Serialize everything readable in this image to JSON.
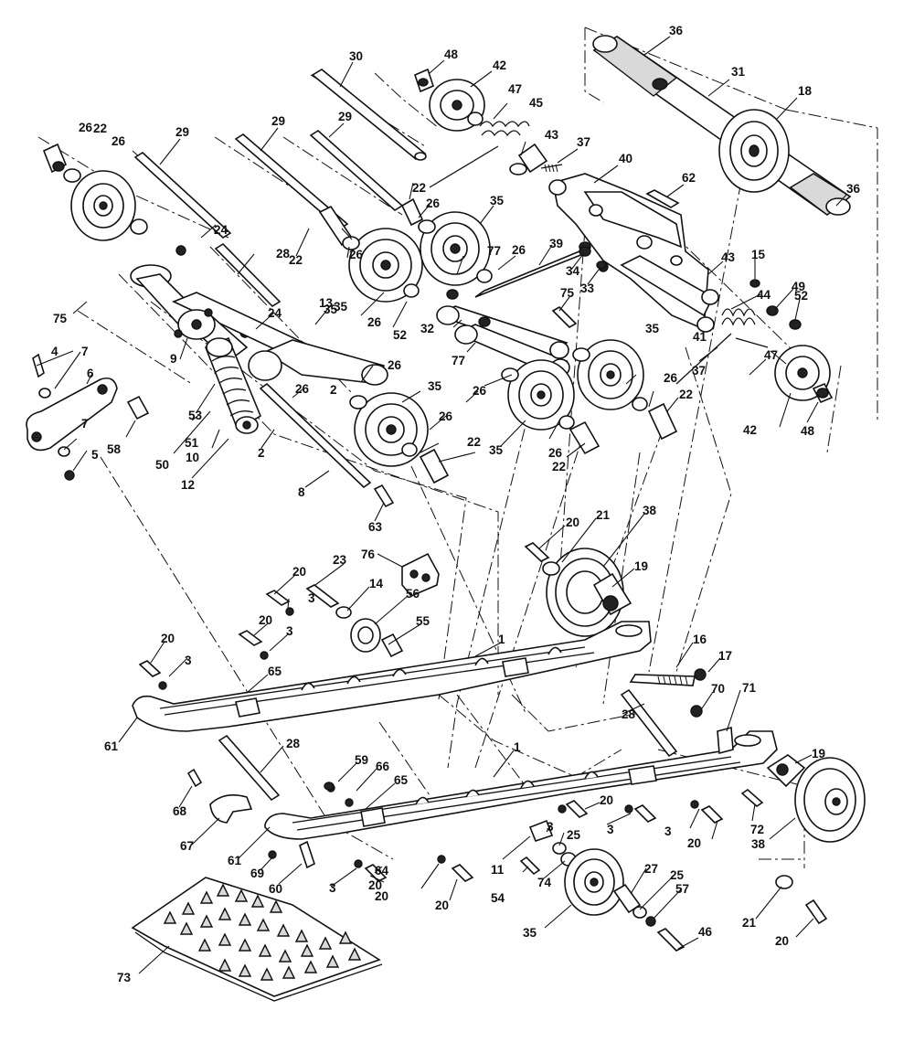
{
  "callouts": [
    {
      "n": "36"
    },
    {
      "n": "31"
    },
    {
      "n": "18"
    },
    {
      "n": "36"
    },
    {
      "n": "30"
    },
    {
      "n": "48"
    },
    {
      "n": "42"
    },
    {
      "n": "47"
    },
    {
      "n": "45"
    },
    {
      "n": "43"
    },
    {
      "n": "37"
    },
    {
      "n": "40"
    },
    {
      "n": "62"
    },
    {
      "n": "22"
    },
    {
      "n": "26"
    },
    {
      "n": "29"
    },
    {
      "n": "29"
    },
    {
      "n": "29"
    },
    {
      "n": "35"
    },
    {
      "n": "26"
    },
    {
      "n": "24"
    },
    {
      "n": "22"
    },
    {
      "n": "26"
    },
    {
      "n": "28"
    },
    {
      "n": "22"
    },
    {
      "n": "26"
    },
    {
      "n": "35"
    },
    {
      "n": "39"
    },
    {
      "n": "77"
    },
    {
      "n": "26"
    },
    {
      "n": "34"
    },
    {
      "n": "33"
    },
    {
      "n": "43"
    },
    {
      "n": "15"
    },
    {
      "n": "44"
    },
    {
      "n": "49"
    },
    {
      "n": "52"
    },
    {
      "n": "75"
    },
    {
      "n": "13"
    },
    {
      "n": "24"
    },
    {
      "n": "35"
    },
    {
      "n": "26"
    },
    {
      "n": "52"
    },
    {
      "n": "75"
    },
    {
      "n": "32"
    },
    {
      "n": "77"
    },
    {
      "n": "41"
    },
    {
      "n": "37"
    },
    {
      "n": "47"
    },
    {
      "n": "42"
    },
    {
      "n": "48"
    },
    {
      "n": "4"
    },
    {
      "n": "7"
    },
    {
      "n": "6"
    },
    {
      "n": "9"
    },
    {
      "n": "26"
    },
    {
      "n": "2"
    },
    {
      "n": "26"
    },
    {
      "n": "35"
    },
    {
      "n": "26"
    },
    {
      "n": "35"
    },
    {
      "n": "26"
    },
    {
      "n": "35"
    },
    {
      "n": "26"
    },
    {
      "n": "22"
    },
    {
      "n": "53"
    },
    {
      "n": "51"
    },
    {
      "n": "58"
    },
    {
      "n": "7"
    },
    {
      "n": "50"
    },
    {
      "n": "10"
    },
    {
      "n": "2"
    },
    {
      "n": "26"
    },
    {
      "n": "22"
    },
    {
      "n": "22"
    },
    {
      "n": "5"
    },
    {
      "n": "12"
    },
    {
      "n": "8"
    },
    {
      "n": "63"
    },
    {
      "n": "20"
    },
    {
      "n": "21"
    },
    {
      "n": "38"
    },
    {
      "n": "76"
    },
    {
      "n": "23"
    },
    {
      "n": "20"
    },
    {
      "n": "3"
    },
    {
      "n": "14"
    },
    {
      "n": "19"
    },
    {
      "n": "56"
    },
    {
      "n": "20"
    },
    {
      "n": "55"
    },
    {
      "n": "3"
    },
    {
      "n": "20"
    },
    {
      "n": "3"
    },
    {
      "n": "1"
    },
    {
      "n": "65"
    },
    {
      "n": "16"
    },
    {
      "n": "17"
    },
    {
      "n": "70"
    },
    {
      "n": "71"
    },
    {
      "n": "61"
    },
    {
      "n": "28"
    },
    {
      "n": "28"
    },
    {
      "n": "19"
    },
    {
      "n": "1"
    },
    {
      "n": "59"
    },
    {
      "n": "66"
    },
    {
      "n": "65"
    },
    {
      "n": "68"
    },
    {
      "n": "20"
    },
    {
      "n": "3"
    },
    {
      "n": "3"
    },
    {
      "n": "20"
    },
    {
      "n": "72"
    },
    {
      "n": "67"
    },
    {
      "n": "61"
    },
    {
      "n": "20"
    },
    {
      "n": "38"
    },
    {
      "n": "3"
    },
    {
      "n": "25"
    },
    {
      "n": "69"
    },
    {
      "n": "64"
    },
    {
      "n": "60"
    },
    {
      "n": "11"
    },
    {
      "n": "74"
    },
    {
      "n": "27"
    },
    {
      "n": "25"
    },
    {
      "n": "3"
    },
    {
      "n": "20"
    },
    {
      "n": "20"
    },
    {
      "n": "54"
    },
    {
      "n": "57"
    },
    {
      "n": "21"
    },
    {
      "n": "73"
    },
    {
      "n": "35"
    },
    {
      "n": "46"
    },
    {
      "n": "20"
    }
  ]
}
